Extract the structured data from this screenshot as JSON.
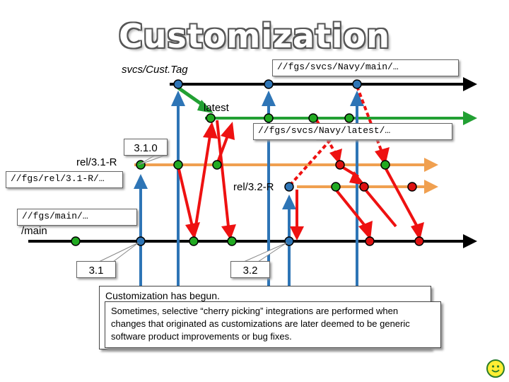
{
  "title": "Customization",
  "labels": {
    "cust_tag": "svcs/Cust.Tag",
    "navy_main_path": "//fgs/svcs/Navy/main/…",
    "latest": "latest",
    "navy_latest_path": "//fgs/svcs/Navy/latest/…",
    "version_310": "3.1.0",
    "rel31": "rel/3.1-R",
    "rel31_path": "//fgs/rel/3.1-R/…",
    "rel32": "rel/3.2-R",
    "main_path": "//fgs/main/…",
    "main": "/main",
    "version_31": "3.1",
    "version_32": "3.2"
  },
  "notes": {
    "back": "Customization has begun.",
    "front": "Sometimes, selective “cherry picking” integrations are performed when changes that originated as customizations are later deemed to be generic software product improvements or bug fixes."
  },
  "colors": {
    "main_line": "#000000",
    "latest_line": "#22a033",
    "release_line": "#f0a050",
    "branch_blue": "#2e75b6",
    "merge_red": "#ee1111",
    "node_green": "#22aa22",
    "node_blue": "#2e75b6",
    "node_red": "#dd1111"
  }
}
